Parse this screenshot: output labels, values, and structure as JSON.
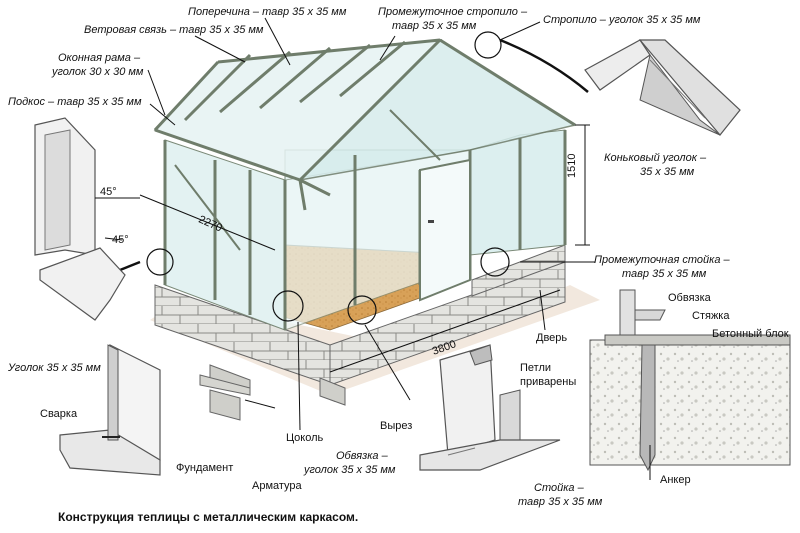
{
  "caption": "Конструкция теплицы с металлическим каркасом.",
  "labels": {
    "poperechina": "Поперечина – тавр 35 х 35 мм",
    "vetrovaya": "Ветровая связь – тавр 35 х 35 мм",
    "okonnaya_1": "Оконная рама –",
    "okonnaya_2": "уголок 30 х 30 мм",
    "podkos": "Подкос – тавр 35 х 35 мм",
    "promezh_stropilo_1": "Промежуточное стропило –",
    "promezh_stropilo_2": "тавр 35 х 35 мм",
    "stropilo": "Стропило – уголок 35 х 35 мм",
    "konkovy_1": "Коньковый уголок –",
    "konkovy_2": "35 х 35 мм",
    "promezh_stoyka_1": "Промежуточная стойка –",
    "promezh_stoyka_2": "тавр 35 х 35 мм",
    "obvyazka": "Обвязка",
    "styazhka": "Стяжка",
    "betonny_blok": "Бетонный блок",
    "dver": "Дверь",
    "petli_1": "Петли",
    "petli_2": "приварены",
    "ugolok": "Уголок 35 х 35 мм",
    "svarka": "Сварка",
    "fundament": "Фундамент",
    "armatura": "Арматура",
    "tsokol": "Цоколь",
    "vyrez": "Вырез",
    "obvyazka_ug_1": "Обвязка –",
    "obvyazka_ug_2": "уголок 35 х 35 мм",
    "stoyka_1": "Стойка –",
    "stoyka_2": "тавр 35 х 35 мм",
    "anker": "Анкер"
  },
  "dimensions": {
    "height": "1510",
    "width": "2270",
    "length": "3800",
    "angle_1": "45°",
    "angle_2": "45°"
  },
  "colors": {
    "frame": "#7b8a78",
    "glass": "#d9eef0",
    "floor": "#d9a35c",
    "block": "#e2e2de",
    "ink": "#111111"
  }
}
